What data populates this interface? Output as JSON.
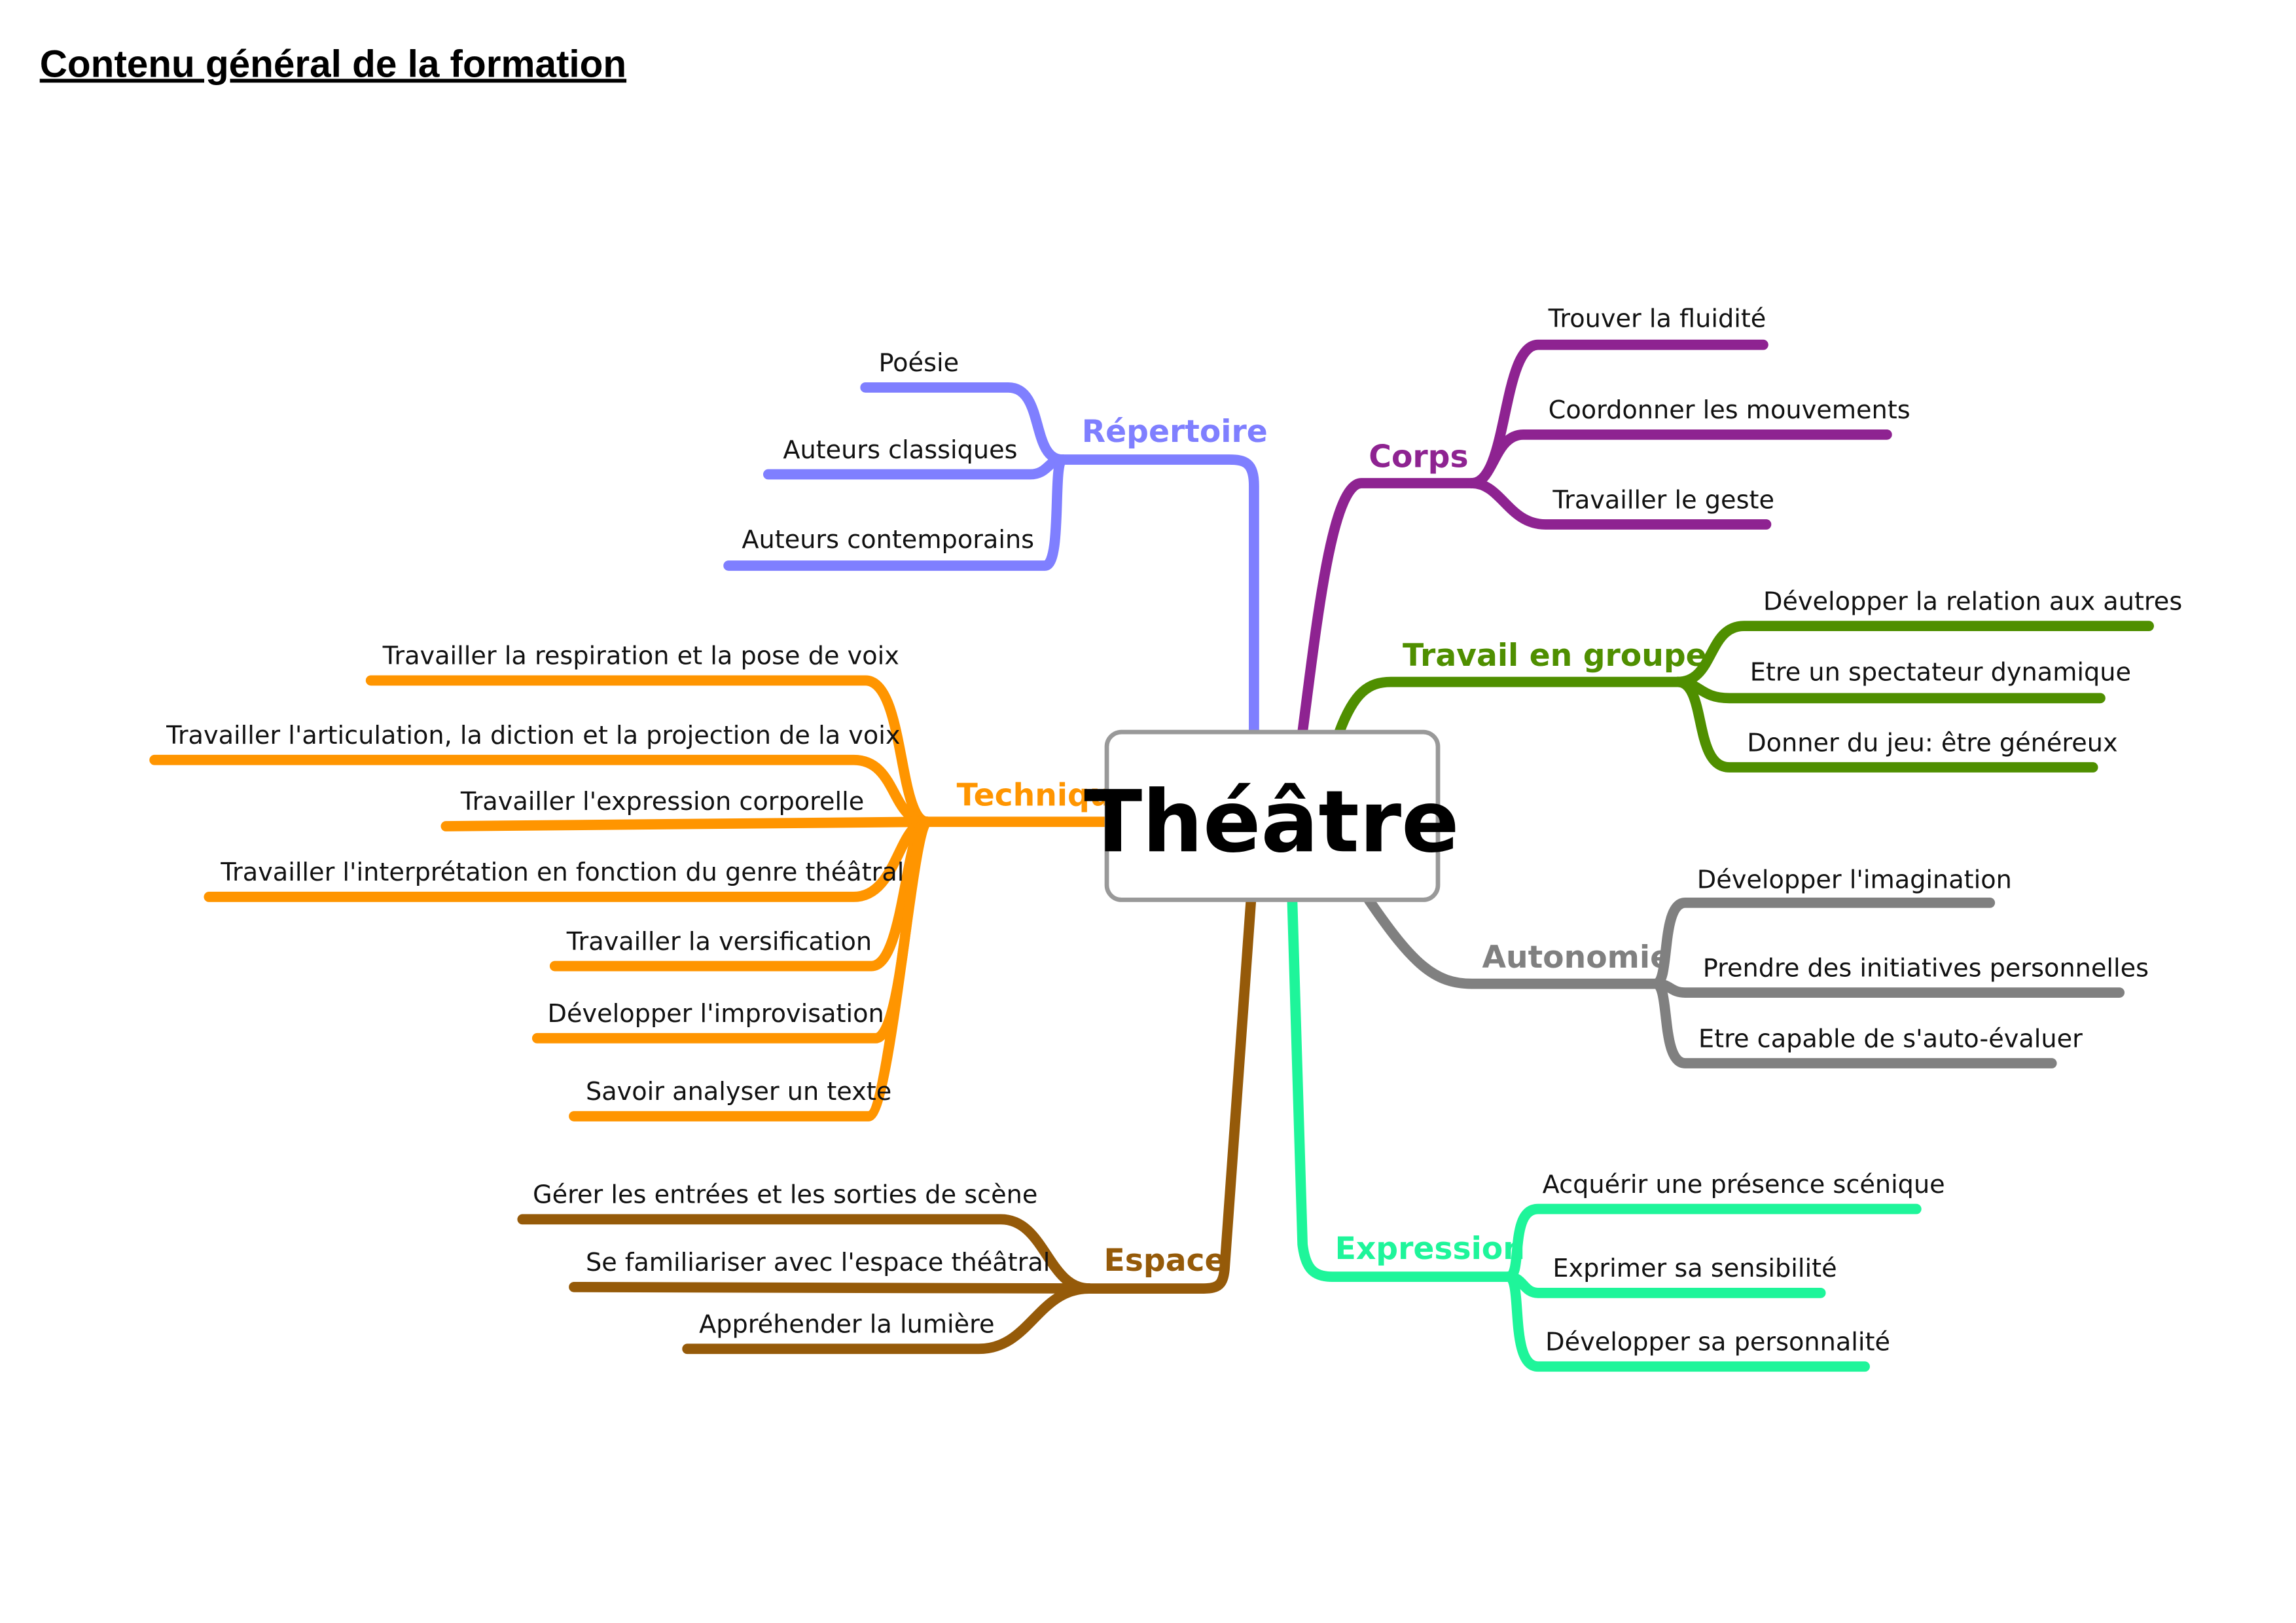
{
  "title": "Contenu général de la formation",
  "center": "Théâtre",
  "colors": {
    "repertoire": "#7f7fff",
    "corps": "#8e2391",
    "groupe": "#4f8f00",
    "autonomie": "#808080",
    "expression": "#1ef59a",
    "espace": "#955a09",
    "technique": "#ff9500"
  },
  "branches": {
    "repertoire": {
      "label": "Répertoire",
      "items": [
        "Poésie",
        "Auteurs classiques",
        "Auteurs contemporains"
      ]
    },
    "corps": {
      "label": "Corps",
      "items": [
        "Trouver la fluidité",
        "Coordonner les mouvements",
        "Travailler le geste"
      ]
    },
    "groupe": {
      "label": "Travail en groupe",
      "items": [
        "Développer la relation aux autres",
        "Etre un spectateur dynamique",
        "Donner du jeu: être généreux"
      ]
    },
    "autonomie": {
      "label": "Autonomie",
      "items": [
        "Développer l'imagination",
        "Prendre des initiatives personnelles",
        "Etre capable de s'auto-évaluer"
      ]
    },
    "expression": {
      "label": "Expression",
      "items": [
        "Acquérir une présence scénique",
        "Exprimer sa sensibilité",
        "Développer sa personnalité"
      ]
    },
    "espace": {
      "label": "Espace",
      "items": [
        "Gérer les entrées et les sorties de scène",
        "Se familiariser avec l'espace théâtral",
        "Appréhender la lumière"
      ]
    },
    "technique": {
      "label": "Technique",
      "items": [
        "Travailler la respiration et la pose de voix",
        "Travailler l'articulation, la diction et la projection de la voix",
        "Travailler l'expression corporelle",
        "Travailler l'interprétation en fonction du genre théâtral",
        "Travailler la versification",
        "Développer l'improvisation",
        "Savoir analyser un texte"
      ]
    }
  }
}
